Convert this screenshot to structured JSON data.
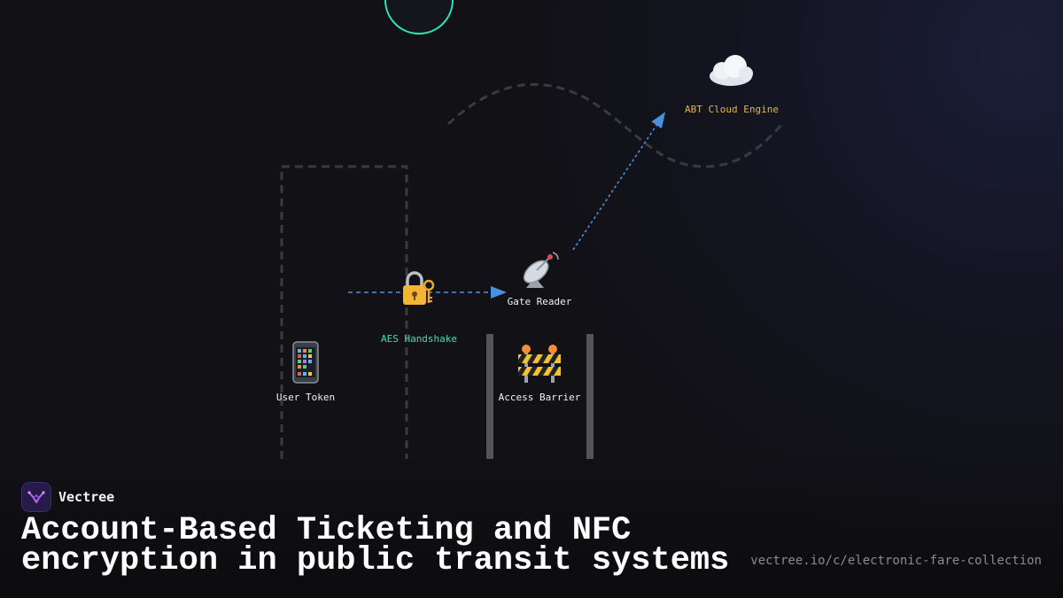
{
  "diagram": {
    "nodes": {
      "cloud": {
        "label": "ABT Cloud Engine",
        "icon": "cloud-icon",
        "color": "#e8b63a"
      },
      "gate_reader": {
        "label": "Gate Reader",
        "icon": "satellite-dish-icon",
        "color": "#f2f2f2"
      },
      "handshake": {
        "label": "AES Handshake",
        "icon": "lock-with-key-icon",
        "color": "#3ee0b0"
      },
      "user_token": {
        "label": "User Token",
        "icon": "mobile-phone-icon",
        "color": "#f2f2f2"
      },
      "barrier": {
        "label": "Access Barrier",
        "icon": "construction-barrier-icon",
        "color": "#f2f2f2"
      }
    },
    "accent_colors": {
      "arrow": "#4a90e2",
      "teal_ring": "#2fe3b5",
      "dashed_line": "#3a3a40",
      "barrier_post": "#555555"
    }
  },
  "brand": {
    "name": "Vectree",
    "logo_icon": "vectree-logo-icon"
  },
  "footer": {
    "title": "Account-Based Ticketing and NFC encryption in public transit systems",
    "url": "vectree.io/c/electronic-fare-collection"
  }
}
